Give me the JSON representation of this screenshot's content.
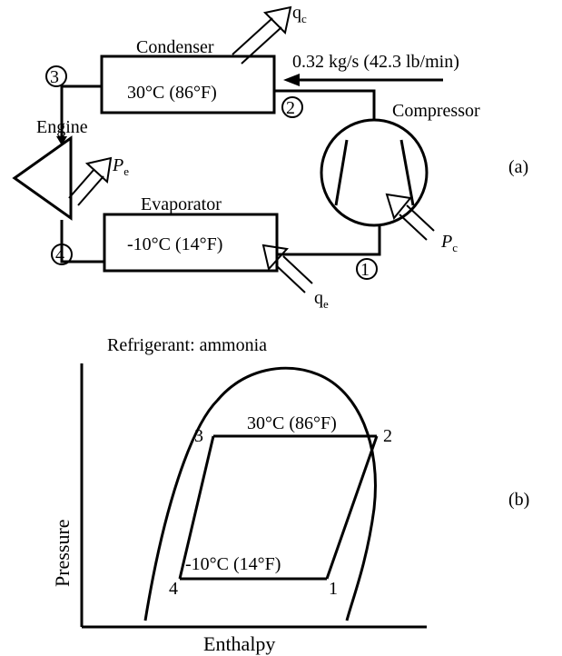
{
  "part_a": {
    "tag": "(a)",
    "condenser": {
      "name": "Condenser",
      "temp": "30°C (86°F)"
    },
    "evaporator": {
      "name": "Evaporator",
      "temp": "-10°C (14°F)"
    },
    "engine": {
      "name": "Engine"
    },
    "compressor": {
      "name": "Compressor"
    },
    "flow_rate": "0.32 kg/s (42.3 lb/min)",
    "heat_condenser": {
      "main": "q",
      "sub": "c"
    },
    "heat_evaporator": {
      "main": "q",
      "sub": "e"
    },
    "power_engine": {
      "main": "P",
      "sub": "e"
    },
    "power_compressor": {
      "main": "P",
      "sub": "c"
    },
    "state_points": [
      "1",
      "2",
      "3",
      "4"
    ]
  },
  "part_b": {
    "tag": "(b)",
    "title": "Refrigerant: ammonia",
    "xlabel": "Enthalpy",
    "ylabel": "Pressure",
    "high_line_label": "30°C (86°F)",
    "low_line_label": "-10°C (14°F)",
    "points": [
      "3",
      "2",
      "4",
      "1"
    ]
  }
}
